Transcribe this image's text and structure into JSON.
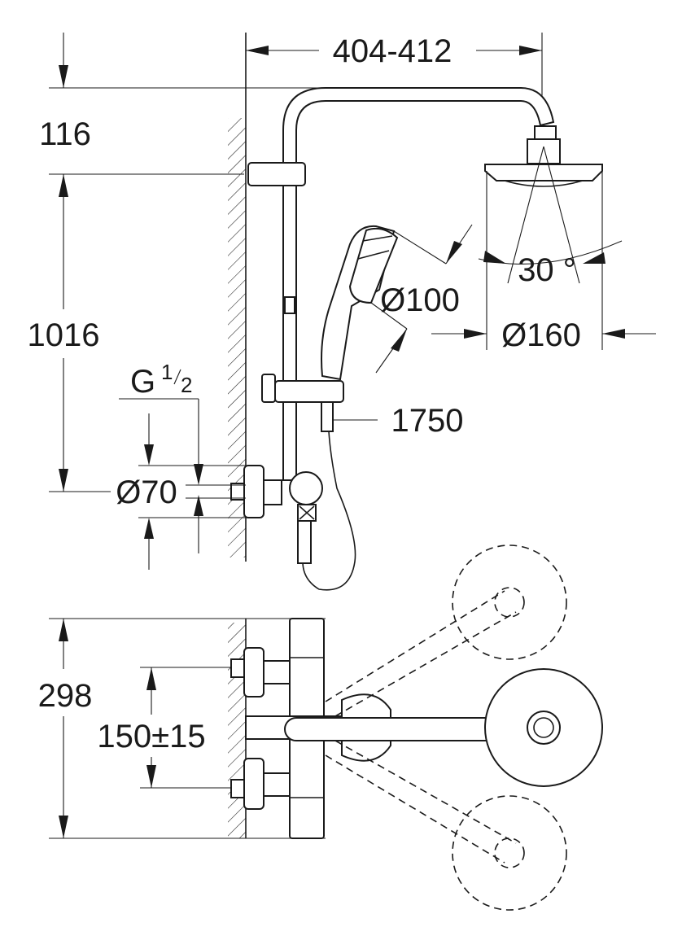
{
  "dimensions": {
    "width_range": "404-412",
    "top_offset": "116",
    "height": "1016",
    "thread_prefix": "G",
    "thread_num": "1",
    "thread_den": "2",
    "escutcheon_dia": "Ø70",
    "hand_shower_dia": "Ø100",
    "head_shower_dia": "Ø160",
    "hose_length": "1750",
    "angle": "30 °",
    "depth": "298",
    "center_distance": "150±15"
  },
  "colors": {
    "line": "#1a1a1a",
    "background": "#ffffff"
  }
}
